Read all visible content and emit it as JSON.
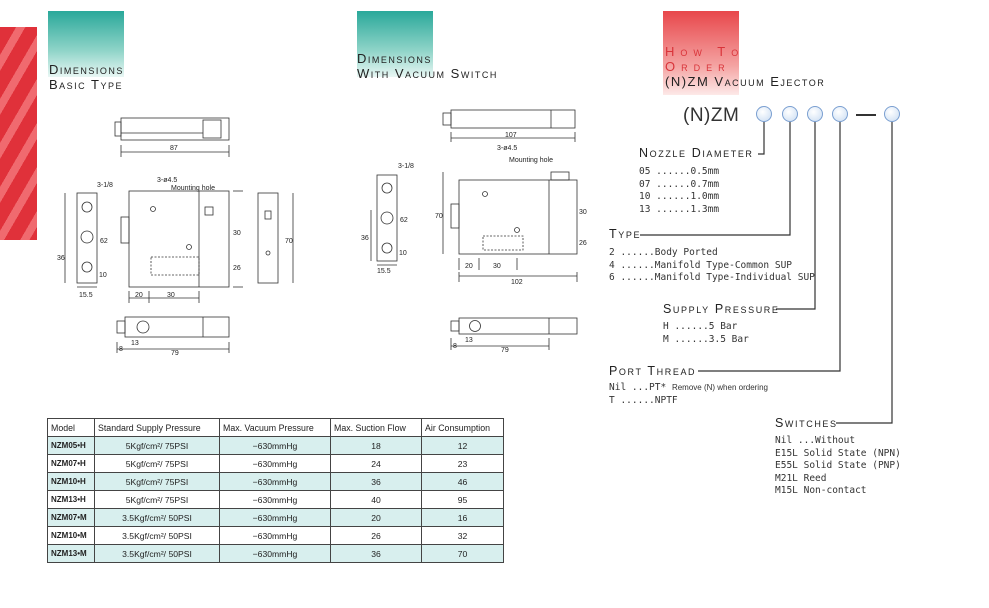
{
  "headings": {
    "basic_line1": "Dimensions",
    "basic_line2": "Basic Type",
    "vac_line1": "Dimensions",
    "vac_line2": "With Vacuum Switch",
    "order_line1": "How To",
    "order_line2": "Order",
    "order_line3": "(N)ZM Vacuum Ejector"
  },
  "drawings": {
    "basic": {
      "dim_87": "87",
      "dim_thread": "3-1/8",
      "dim_hole": "3-ø4.5",
      "label_mounting": "Mounting hole",
      "dim_36": "36",
      "dim_62": "62",
      "dim_10": "10",
      "dim_15_5": "15.5",
      "dim_20": "20",
      "dim_30": "30",
      "dim_30_v": "30",
      "dim_26": "26",
      "dim_70": "70",
      "dim_8": "8",
      "dim_13": "13",
      "dim_79": "79"
    },
    "vacuum": {
      "dim_107": "107",
      "dim_thread": "3-1/8",
      "dim_hole": "3-ø4.5",
      "label_mounting": "Mounting hole",
      "dim_70": "70",
      "dim_36": "36",
      "dim_62": "62",
      "dim_10": "10",
      "dim_15_5": "15.5",
      "dim_20": "20",
      "dim_30": "30",
      "dim_30_v": "30",
      "dim_26": "26",
      "dim_102": "102",
      "dim_8": "8",
      "dim_13": "13",
      "dim_79": "79"
    }
  },
  "order": {
    "code_prefix": "(N)ZM",
    "nozzle": {
      "title": "Nozzle Diameter",
      "options": [
        "05 ......0.5mm",
        "07 ......0.7mm",
        "10 ......1.0mm",
        "13 ......1.3mm"
      ]
    },
    "type": {
      "title": "Type",
      "options": [
        "2 ......Body Ported",
        "4 ......Manifold Type-Common SUP",
        "6 ......Manifold Type-Individual SUP"
      ]
    },
    "supply": {
      "title": "Supply Pressure",
      "options": [
        "H ......5 Bar",
        "M ......3.5 Bar"
      ]
    },
    "port": {
      "title": "Port Thread",
      "nil_code": "Nil ...PT*",
      "nil_note": "Remove (N) when ordering",
      "t_option": "T ......NPTF"
    },
    "switches": {
      "title": "Switches",
      "options": [
        "Nil ...Without",
        "E15L  Solid State (NPN)",
        "E55L  Solid State (PNP)",
        "M21L  Reed",
        "M15L  Non-contact"
      ]
    }
  },
  "table": {
    "headers": [
      "Model",
      "Standard Supply Pressure",
      "Max. Vacuum Pressure",
      "Max. Suction Flow",
      "Air Consumption"
    ],
    "rows": [
      [
        "NZM05•H",
        "5Kgf/cm²/ 75PSI",
        "−630mmHg",
        "18",
        "12"
      ],
      [
        "NZM07•H",
        "5Kgf/cm²/ 75PSI",
        "−630mmHg",
        "24",
        "23"
      ],
      [
        "NZM10•H",
        "5Kgf/cm²/ 75PSI",
        "−630mmHg",
        "36",
        "46"
      ],
      [
        "NZM13•H",
        "5Kgf/cm²/ 75PSI",
        "−630mmHg",
        "40",
        "95"
      ],
      [
        "NZM07•M",
        "3.5Kgf/cm²/ 50PSI",
        "−630mmHg",
        "20",
        "16"
      ],
      [
        "NZM10•M",
        "3.5Kgf/cm²/ 50PSI",
        "−630mmHg",
        "26",
        "32"
      ],
      [
        "NZM13•M",
        "3.5Kgf/cm²/ 50PSI",
        "−630mmHg",
        "36",
        "70"
      ]
    ]
  },
  "colors": {
    "teal": "#2aa89a",
    "red": "#e0313a",
    "circle_blue": "#7a9fd1",
    "row_tint": "#d8efee"
  }
}
